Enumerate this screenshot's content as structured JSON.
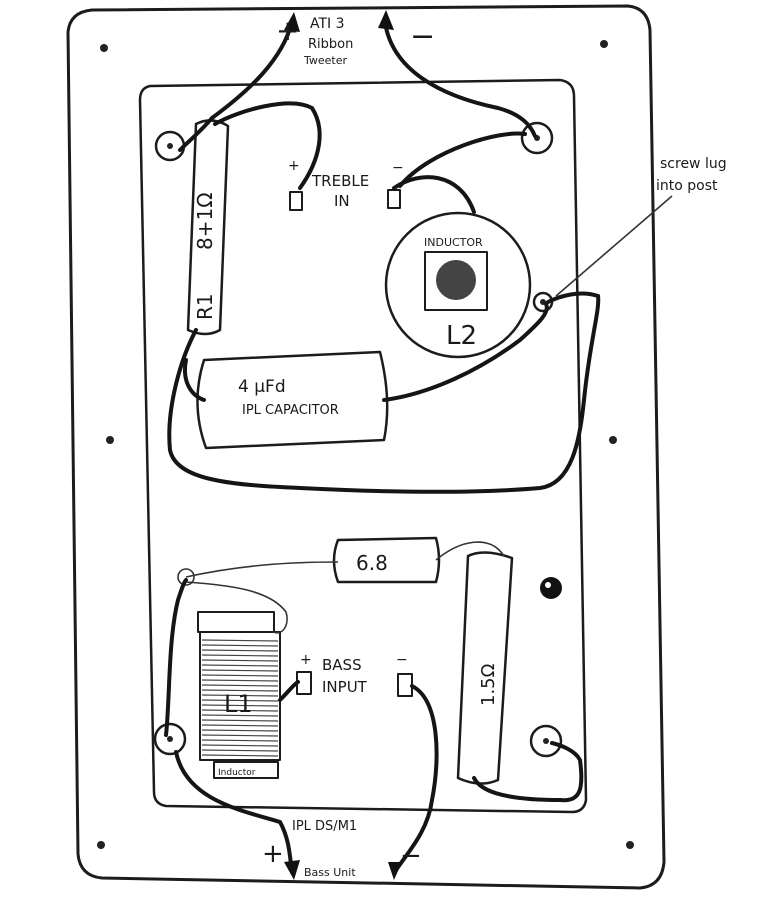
{
  "top_label": {
    "line1": "ATI 3",
    "line2": "Ribbon",
    "line3": "Tweeter"
  },
  "top_plus": "+",
  "top_minus": "−",
  "resistor_r1": {
    "name": "R1",
    "value": "8+1Ω"
  },
  "treble": {
    "plus": "+",
    "minus": "−",
    "line1": "TREBLE",
    "line2": "IN"
  },
  "inductor_l2": {
    "caption": "INDUCTOR",
    "name": "L2"
  },
  "note": {
    "line1": "screw lug",
    "line2": "into post"
  },
  "capacitor": {
    "value": "4 μFd",
    "type": "IPL CAPACITOR"
  },
  "resistor_68": {
    "value": "6.8"
  },
  "resistor_15": {
    "value": "1.5Ω"
  },
  "inductor_l1": {
    "name": "L1",
    "caption": "Inductor"
  },
  "bass": {
    "plus": "+",
    "minus": "−",
    "line1": "BASS",
    "line2": "INPUT"
  },
  "bottom_label": {
    "line1": "IPL DS/M1",
    "line2": "Bass Unit"
  },
  "bottom_plus": "+",
  "bottom_minus": "−"
}
